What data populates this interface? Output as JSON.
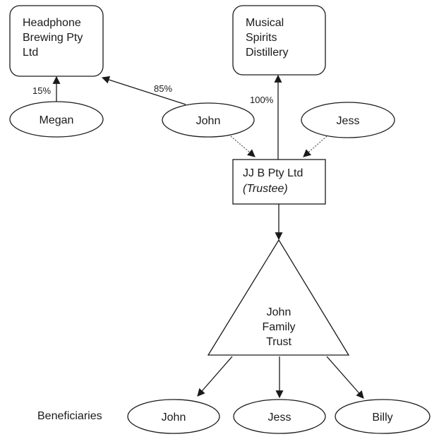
{
  "diagram": {
    "companies": {
      "headphone": {
        "lines": [
          "Headphone",
          "Brewing Pty",
          "Ltd"
        ]
      },
      "musical": {
        "lines": [
          "Musical",
          "Spirits",
          "Distillery"
        ]
      }
    },
    "people_top": {
      "megan": "Megan",
      "john": "John",
      "jess": "Jess"
    },
    "trustee": {
      "name": "JJ B Pty Ltd",
      "role": "(Trustee)"
    },
    "trust": {
      "lines": [
        "John",
        "Family",
        "Trust"
      ]
    },
    "beneficiaries": {
      "label": "Beneficiaries",
      "items": [
        "John",
        "Jess",
        "Billy"
      ]
    },
    "edges": {
      "megan_to_headphone": "15%",
      "john_to_headphone": "85%",
      "trustee_to_musical": "100%"
    },
    "colors": {
      "stroke": "#1a1a1a",
      "background": "#ffffff"
    }
  }
}
